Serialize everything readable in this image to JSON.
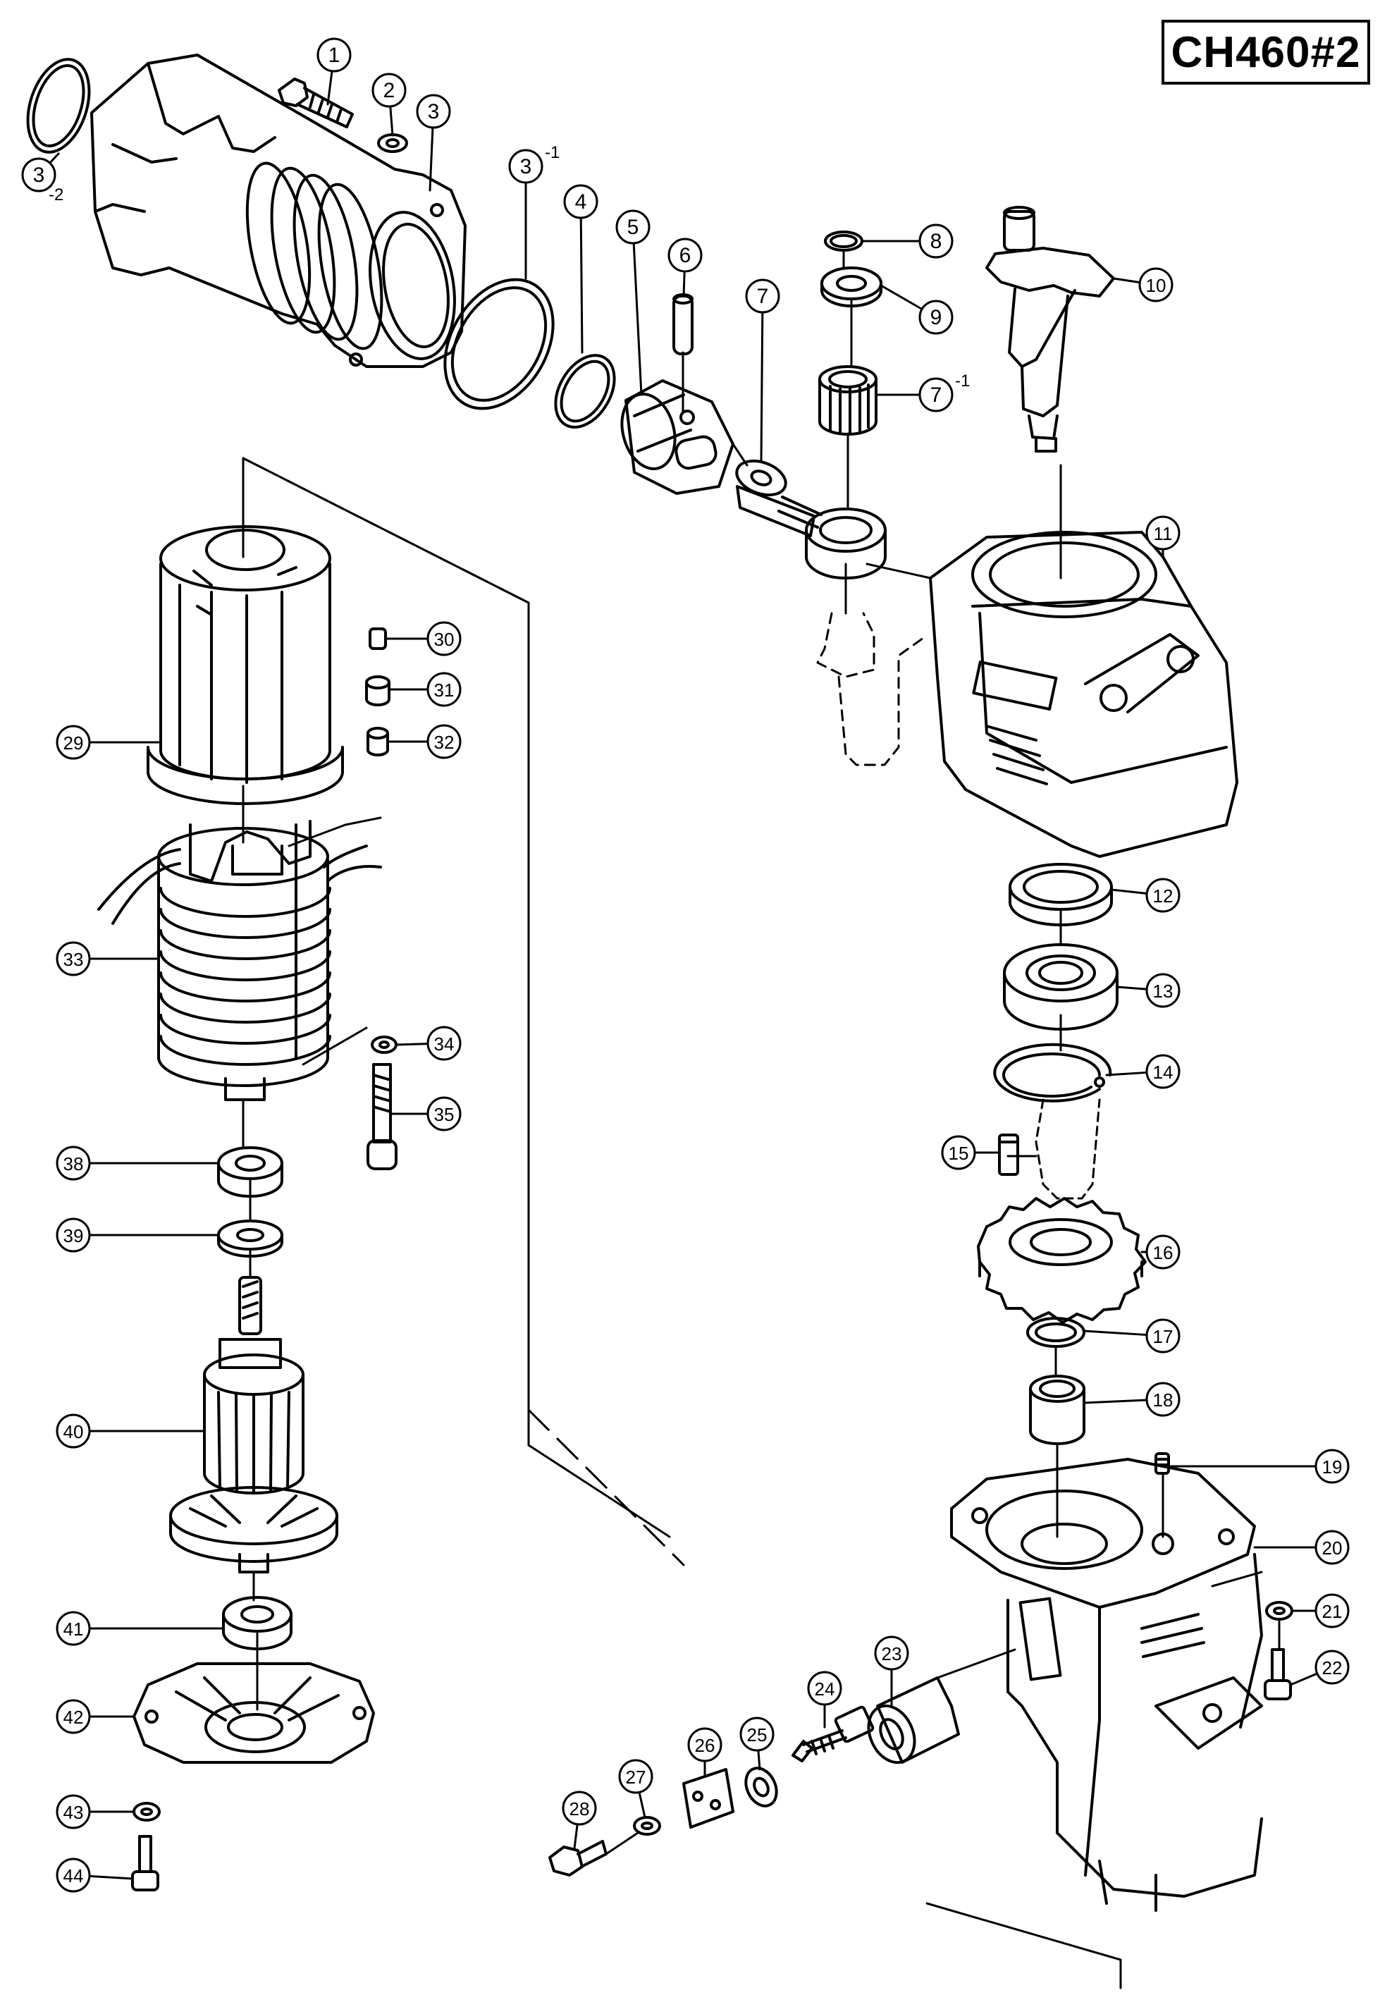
{
  "model": "CH460#2",
  "colors": {
    "line": "#000000",
    "background": "#ffffff"
  },
  "callouts": [
    {
      "id": "p3-2",
      "num": "3",
      "suffix": "-2"
    },
    {
      "id": "p1",
      "num": "1"
    },
    {
      "id": "p2",
      "num": "2"
    },
    {
      "id": "p3",
      "num": "3"
    },
    {
      "id": "p3-1",
      "num": "3",
      "suffix": "-1"
    },
    {
      "id": "p4",
      "num": "4"
    },
    {
      "id": "p5",
      "num": "5"
    },
    {
      "id": "p6",
      "num": "6"
    },
    {
      "id": "p7",
      "num": "7"
    },
    {
      "id": "p7-1",
      "num": "7",
      "suffix": "-1"
    },
    {
      "id": "p8",
      "num": "8"
    },
    {
      "id": "p9",
      "num": "9"
    },
    {
      "id": "p10",
      "num": "10"
    },
    {
      "id": "p11",
      "num": "11"
    },
    {
      "id": "p12",
      "num": "12"
    },
    {
      "id": "p13",
      "num": "13"
    },
    {
      "id": "p14",
      "num": "14"
    },
    {
      "id": "p15",
      "num": "15"
    },
    {
      "id": "p16",
      "num": "16"
    },
    {
      "id": "p17",
      "num": "17"
    },
    {
      "id": "p18",
      "num": "18"
    },
    {
      "id": "p19",
      "num": "19"
    },
    {
      "id": "p20",
      "num": "20"
    },
    {
      "id": "p21",
      "num": "21"
    },
    {
      "id": "p22",
      "num": "22"
    },
    {
      "id": "p23",
      "num": "23"
    },
    {
      "id": "p24",
      "num": "24"
    },
    {
      "id": "p25",
      "num": "25"
    },
    {
      "id": "p26",
      "num": "26"
    },
    {
      "id": "p27",
      "num": "27"
    },
    {
      "id": "p28",
      "num": "28"
    },
    {
      "id": "p29",
      "num": "29"
    },
    {
      "id": "p30",
      "num": "30"
    },
    {
      "id": "p31",
      "num": "31"
    },
    {
      "id": "p32",
      "num": "32"
    },
    {
      "id": "p33",
      "num": "33"
    },
    {
      "id": "p34",
      "num": "34"
    },
    {
      "id": "p35",
      "num": "35"
    },
    {
      "id": "p38",
      "num": "38"
    },
    {
      "id": "p39",
      "num": "39"
    },
    {
      "id": "p40",
      "num": "40"
    },
    {
      "id": "p41",
      "num": "41"
    },
    {
      "id": "p42",
      "num": "42"
    },
    {
      "id": "p43",
      "num": "43"
    },
    {
      "id": "p44",
      "num": "44"
    }
  ]
}
